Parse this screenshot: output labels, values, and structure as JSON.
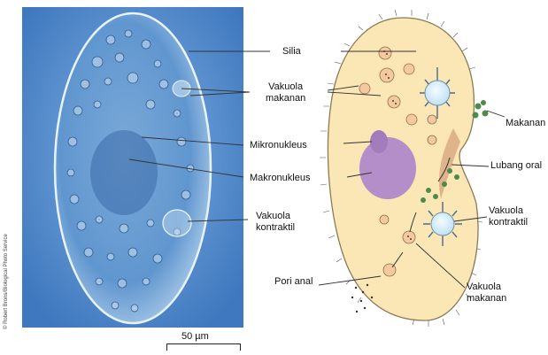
{
  "labels": {
    "silia": "Silia",
    "vakuola_makanan_top_1": "Vakuola",
    "vakuola_makanan_top_2": "makanan",
    "mikronukleus": "Mikronukleus",
    "makronukleus": "Makronukleus",
    "vakuola_kontraktil_left_1": "Vakuola",
    "vakuola_kontraktil_left_2": "kontraktil",
    "makanan": "Makanan",
    "lubang_oral": "Lubang oral",
    "vakuola_kontraktil_right_1": "Vakuola",
    "vakuola_kontraktil_right_2": "kontraktil",
    "pori_anal": "Pori anal",
    "vakuola_makanan_bottom_1": "Vakuola",
    "vakuola_makanan_bottom_2": "makanan"
  },
  "credit": "© Robert Brons/Biological Photo Service",
  "scale_bar": "50 µm",
  "colors": {
    "photo_bg": "#4b86c9",
    "cell_fill": "#fbe7b5",
    "macronucleus": "#b48ec9",
    "vacuole": "#d9f1fb",
    "food_green": "#4e8a4a"
  }
}
